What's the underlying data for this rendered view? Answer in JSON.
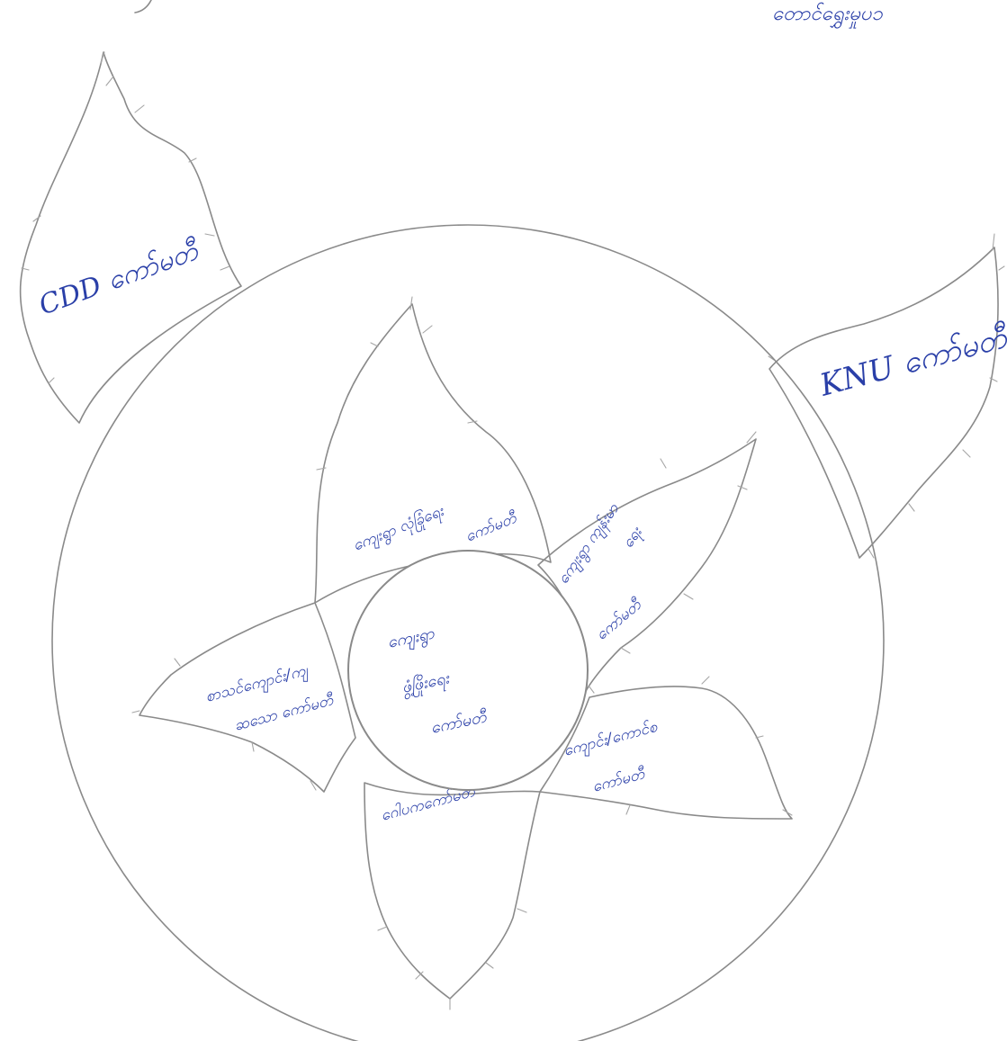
{
  "diagram": {
    "corner_note": "တောင်ရွှေးမှုပ၁",
    "center": {
      "lines": [
        "ကျေးရွာ",
        "ဖွံ့ဖြိုးရေး",
        "ကော်မတီ"
      ]
    },
    "petals": [
      {
        "id": "top",
        "lines": [
          "ကျေးရွာ လုံခြုံရေး",
          "ကော်မတီ"
        ]
      },
      {
        "id": "right",
        "lines": [
          "ကျေးရွာ ကျန်းမာ",
          "ရေး",
          "ကော်မတီ"
        ]
      },
      {
        "id": "lower-right",
        "lines": [
          "ကျောင်း/ကောင်စ",
          "ကော်မတီ"
        ]
      },
      {
        "id": "bottom",
        "lines": [
          "ဂေါပကကော်မတီ"
        ]
      },
      {
        "id": "left",
        "lines": [
          "စာသင်ကျောင်း/ကျ",
          "ဆသော ကော်မတီ"
        ]
      }
    ],
    "outer_leaves": [
      {
        "id": "upper-left",
        "label": "CDD ကော်မတီ"
      },
      {
        "id": "right",
        "label": "KNU ကော်မတီ"
      }
    ],
    "colors": {
      "ink": "#2a3fa8",
      "pencil": "#8a8a8a",
      "background": "#ffffff"
    }
  }
}
